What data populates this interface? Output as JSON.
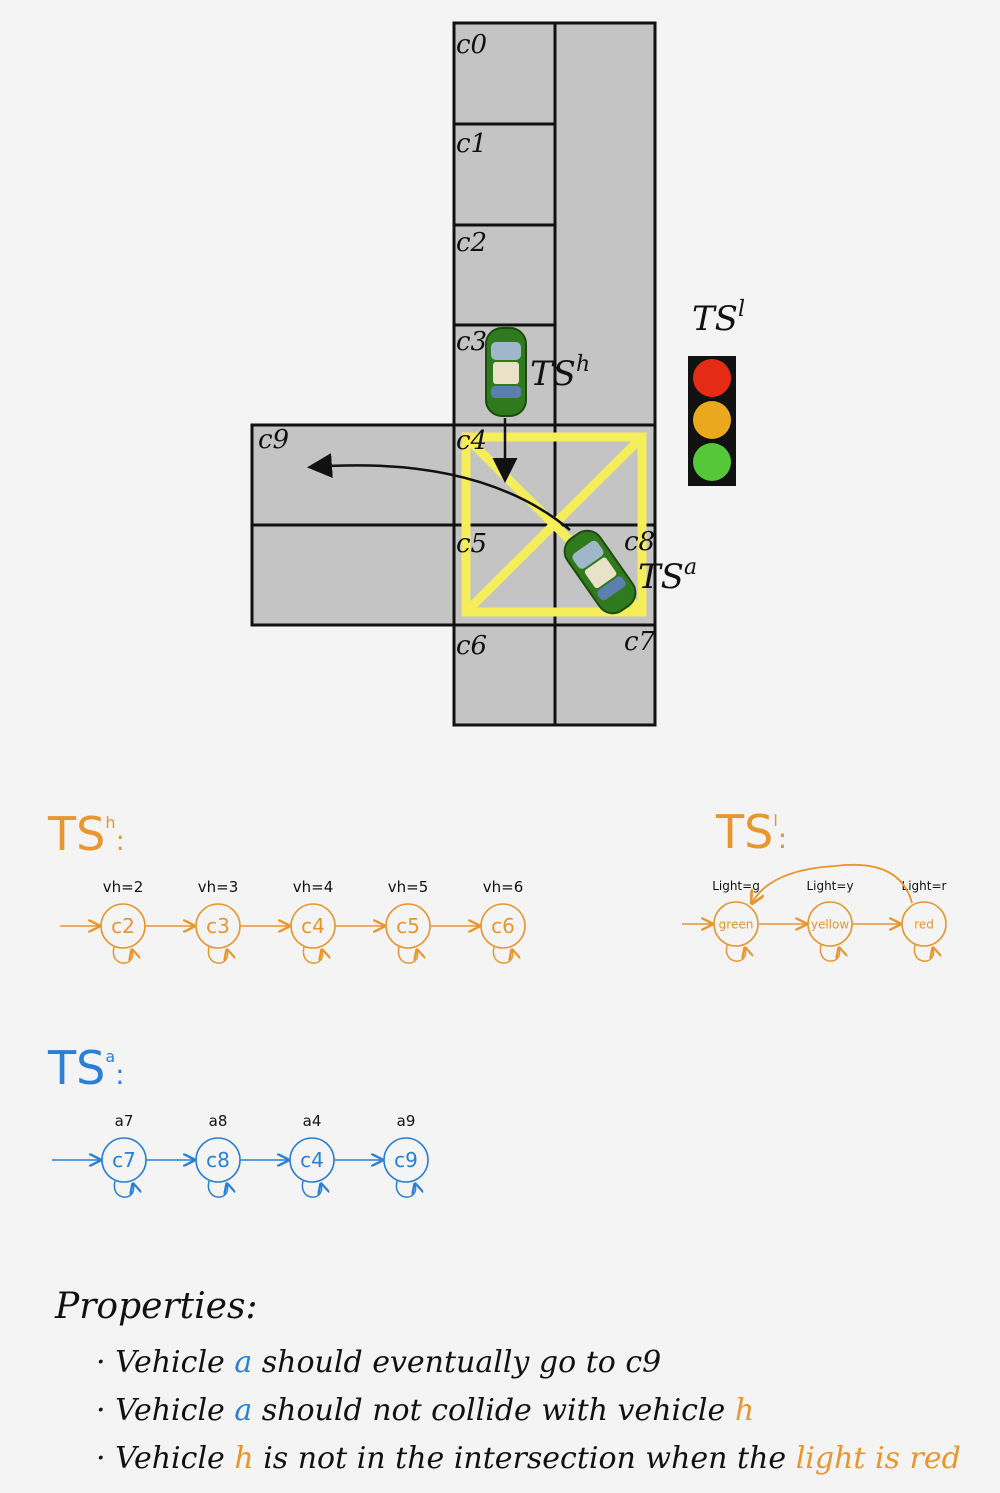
{
  "map": {
    "cells": [
      "c0",
      "c1",
      "c2",
      "c3",
      "c4",
      "c5",
      "c6",
      "c7",
      "c8",
      "c9"
    ],
    "ts_h_label": "TS^h",
    "ts_a_label": "TS^a",
    "ts_l_label": "TS^l"
  },
  "traffic_light": {
    "colors": [
      "#e52b16",
      "#eaa91d",
      "#55c83a"
    ]
  },
  "ts_h": {
    "title": "TS^h:",
    "states": [
      "c2",
      "c3",
      "c4",
      "c5",
      "c6"
    ],
    "props": [
      "vh=2",
      "vh=3",
      "vh=4",
      "vh=5",
      "vh=6"
    ],
    "color": "#e8962e"
  },
  "ts_l": {
    "title": "TS^l:",
    "states": [
      "green",
      "yellow",
      "red"
    ],
    "props": [
      "Light=g",
      "Light=y",
      "Light=r"
    ],
    "color": "#e8962e"
  },
  "ts_a": {
    "title": "TS^a:",
    "states": [
      "c7",
      "c8",
      "c4",
      "c9"
    ],
    "props": [
      "a7",
      "a8",
      "a4",
      "a9"
    ],
    "color": "#2a7fd8"
  },
  "properties": {
    "heading": "Properties:",
    "line1": [
      "· Vehicle ",
      "a",
      " should eventually go to c9"
    ],
    "line2": [
      "· Vehicle ",
      "a",
      " should not collide with vehicle ",
      "h"
    ],
    "line3": [
      "· Vehicle ",
      "h",
      " is not in the intersection when the ",
      "light is red"
    ]
  }
}
